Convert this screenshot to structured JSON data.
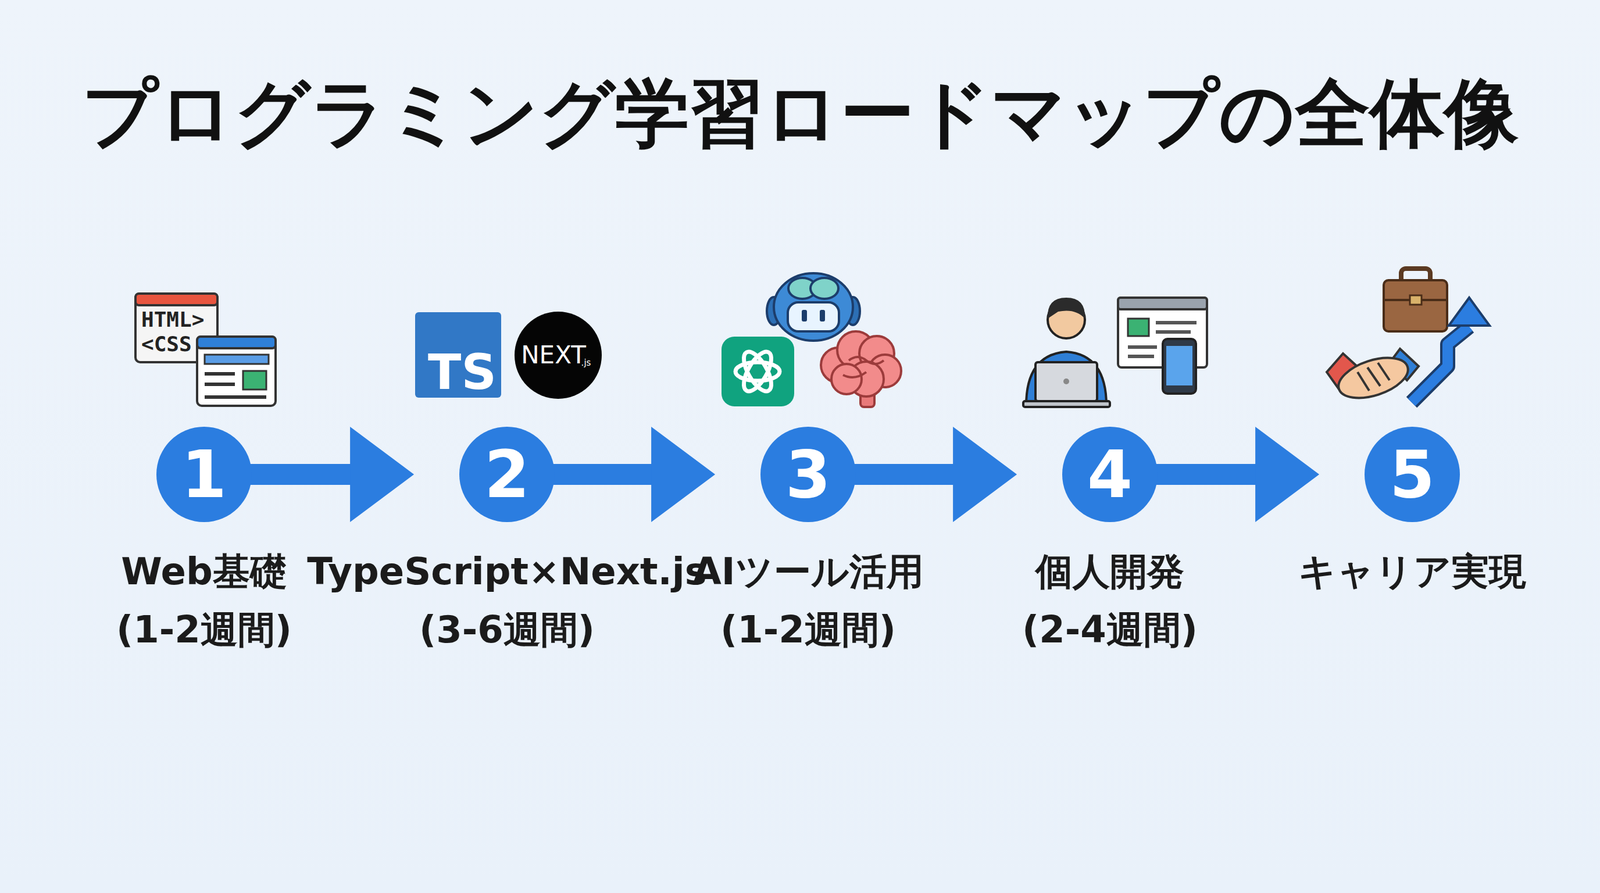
{
  "diagram": {
    "title": "プログラミング学習ロードマップの全体像",
    "nodes": [
      {
        "text": [
          "1",
          "Web基礎",
          "(1-2週間)"
        ]
      },
      {
        "text": [
          "2",
          "TypeScript×Next.js",
          "(3-6週間)"
        ]
      },
      {
        "text": [
          "3",
          "AIツール活用",
          "(1-2週間)"
        ]
      },
      {
        "text": [
          "4",
          "個人開発",
          "(2-4週間)"
        ]
      },
      {
        "text": [
          "5",
          "キャリア実現"
        ]
      }
    ],
    "edges": [
      {
        "from": 0,
        "to": 1,
        "arrow": "to"
      },
      {
        "from": 1,
        "to": 2,
        "arrow": "to"
      },
      {
        "from": 2,
        "to": 3,
        "arrow": "to"
      },
      {
        "from": 3,
        "to": 4,
        "arrow": "to"
      }
    ],
    "labels": [
      "HTML>",
      "<CSS",
      "TS",
      "NEXT",
      ".js"
    ]
  }
}
